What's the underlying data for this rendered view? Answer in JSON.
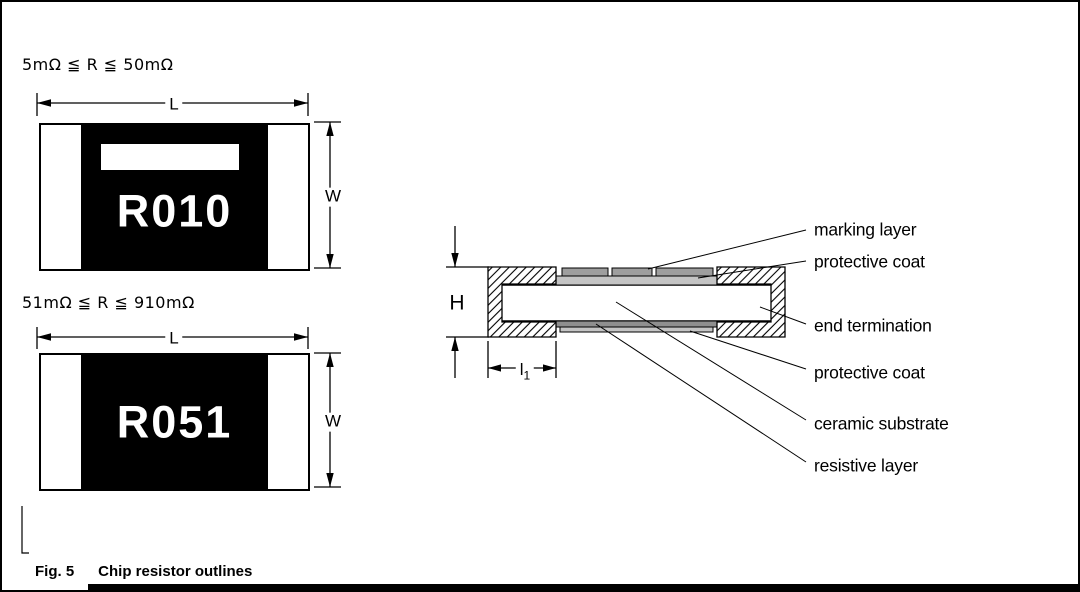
{
  "figure": {
    "caption_label": "Fig. 5",
    "caption_text": "Chip resistor outlines"
  },
  "outlines": [
    {
      "range": "5mΩ ≦ R ≦ 50mΩ",
      "marking": "R010",
      "dim_length": "L",
      "dim_width": "W"
    },
    {
      "range": "51mΩ ≦ R ≦ 910mΩ",
      "marking": "R051",
      "dim_length": "L",
      "dim_width": "W"
    }
  ],
  "cross_section": {
    "dim_height": "H",
    "dim_l1": {
      "base": "l",
      "sub": "1"
    },
    "labels": {
      "marking_layer": "marking layer",
      "protective_coat_top": "protective coat",
      "end_termination": "end termination",
      "protective_coat_bottom": "protective coat",
      "ceramic_substrate": "ceramic substrate",
      "resistive_layer": "resistive layer"
    }
  },
  "colors": {
    "line": "#000000",
    "chip_body": "#000000",
    "marking_layer_fill": "#9e9e9e",
    "protective_coat_fill": "#c4c4c4",
    "resistive_layer_fill": "#8f8f8f"
  }
}
